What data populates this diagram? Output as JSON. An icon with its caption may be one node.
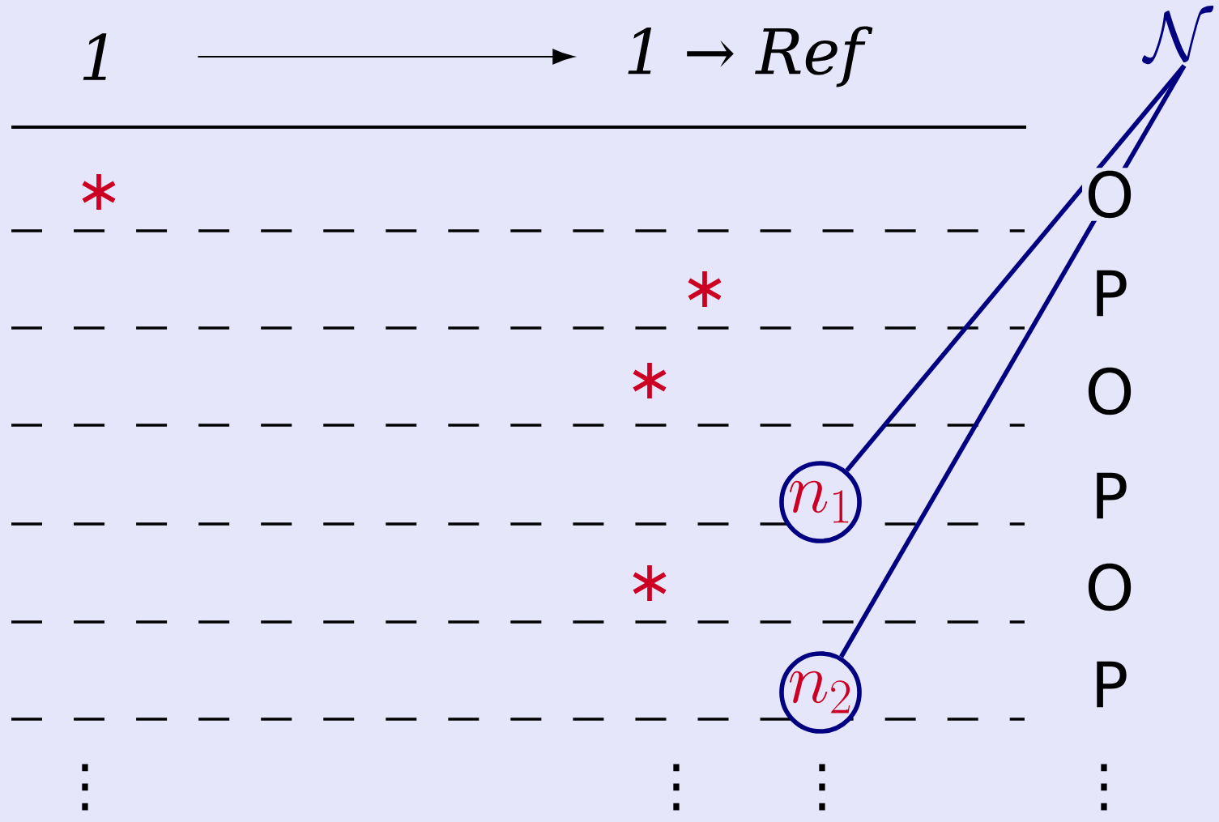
{
  "diagram": {
    "nodes": [
      {
        "text": [
          "1"
        ]
      },
      {
        "text": [
          "1 → Ref"
        ]
      },
      {
        "text": [
          "\\mathcal{N}"
        ]
      },
      {
        "text": [
          "n_1"
        ]
      },
      {
        "text": [
          "n_2"
        ]
      }
    ],
    "edges": [
      {
        "from": 0,
        "to": 1,
        "arrow": "to",
        "color": "#000000"
      },
      {
        "from": 2,
        "to": 3,
        "arrow": "none",
        "color": "#000080"
      },
      {
        "from": 2,
        "to": 4,
        "arrow": "none",
        "color": "#000080"
      }
    ],
    "labels": [
      "∗",
      "O",
      "∗",
      "P",
      "∗",
      "O",
      "P",
      "∗",
      "O",
      "P",
      "⋮",
      "⋮",
      "⋮",
      "⋮"
    ]
  }
}
